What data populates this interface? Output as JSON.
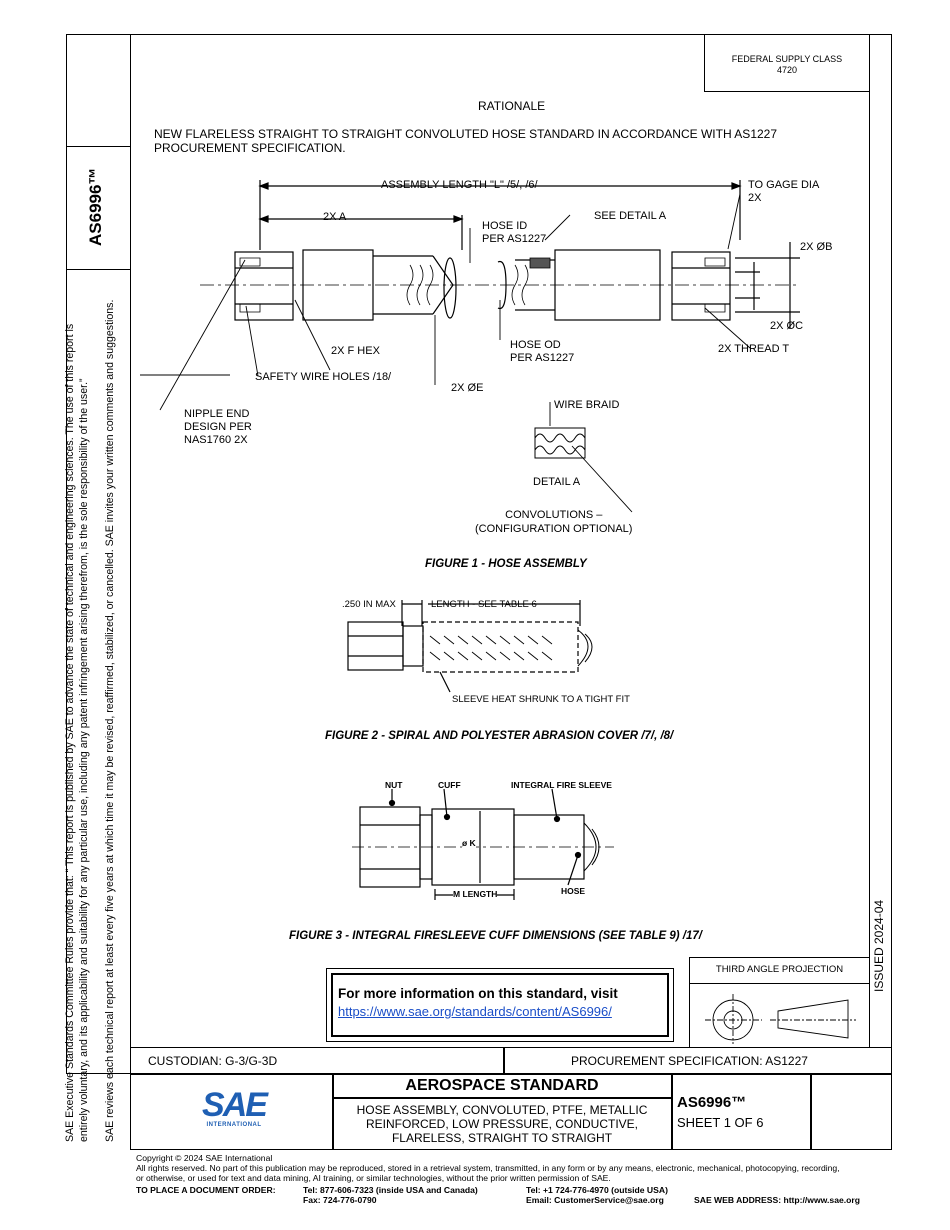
{
  "header": {
    "federal_supply_class_line1": "FEDERAL SUPPLY CLASS",
    "federal_supply_class_line2": "4720"
  },
  "side": {
    "doc_number": "AS6996™",
    "disclaimer_line1": "SAE Executive Standards Committee Rules provide that: “  This report is published by SAE to advance the state of technical and engineering sciences. The use of this report is",
    "disclaimer_line2": "entirely voluntary, and its applicability and suitability for any particular use, including any patent infringement arising therefrom, is the sole responsibility of the user.”",
    "disclaimer_line3": "SAE reviews each technical report at least every five years at which time it may be revised, reaffirmed, stabilized, or cancelled. SAE invites your written comments and suggestions.",
    "issued": "ISSUED 2024-04"
  },
  "rationale": {
    "heading": "RATIONALE",
    "line1": "NEW FLARELESS STRAIGHT TO STRAIGHT CONVOLUTED HOSE STANDARD IN ACCORDANCE WITH AS1227",
    "line2": "PROCUREMENT SPECIFICATION."
  },
  "figure1": {
    "caption": "FIGURE 1 - HOSE ASSEMBLY",
    "assembly_length": "ASSEMBLY LENGTH \"L\" /5/, /6/",
    "to_gage_dia": "TO GAGE DIA",
    "to_gage_dia_2x": "2X",
    "two_x_a": "2X A",
    "hose_id_1": "HOSE ID",
    "hose_id_2": "PER AS1227",
    "see_detail_a": "SEE DETAIL A",
    "two_x_b": "2X ØB",
    "two_x_c": "2X ØC",
    "two_x_thread": "2X THREAD T",
    "two_x_f_hex": "2X F HEX",
    "hose_od_1": "HOSE OD",
    "hose_od_2": "PER AS1227",
    "safety_wire": "SAFETY WIRE HOLES /18/",
    "two_x_e": "2X ØE",
    "nipple_1": "NIPPLE END",
    "nipple_2": "DESIGN PER",
    "nipple_3": "NAS1760  2X",
    "wire_braid": "WIRE BRAID",
    "detail_a": "DETAIL A",
    "convolutions_1": "CONVOLUTIONS –",
    "convolutions_2": "(CONFIGURATION OPTIONAL)"
  },
  "figure2": {
    "caption": "FIGURE 2 - SPIRAL AND POLYESTER ABRASION COVER /7/, /8/",
    "max_label": ".250 IN MAX",
    "length_label": "LENGTH - SEE TABLE 6",
    "sleeve_label": "SLEEVE HEAT SHRUNK TO A TIGHT FIT"
  },
  "figure3": {
    "caption": "FIGURE 3 - INTEGRAL FIRESLEEVE CUFF DIMENSIONS (SEE TABLE 9) /17/",
    "nut": "NUT",
    "cuff": "CUFF",
    "fire_sleeve": "INTEGRAL FIRE SLEEVE",
    "phi_k": "ø K",
    "m_length": "M LENGTH",
    "hose": "HOSE"
  },
  "info_box": {
    "text": "For more information on this standard, visit",
    "url": "https://www.sae.org/standards/content/AS6996/"
  },
  "projection": {
    "label": "THIRD ANGLE PROJECTION"
  },
  "title_block": {
    "custodian": "CUSTODIAN: G-3/G-3D",
    "procurement": "PROCUREMENT SPECIFICATION: AS1227",
    "logo_text": "SAE",
    "logo_sub": "INTERNATIONAL",
    "standard_type": "AEROSPACE STANDARD",
    "title_line1": "HOSE ASSEMBLY, CONVOLUTED, PTFE, METALLIC",
    "title_line2": "REINFORCED, LOW PRESSURE, CONDUCTIVE,",
    "title_line3": "FLARELESS, STRAIGHT TO STRAIGHT",
    "doc_number": "AS6996™",
    "sheet": "SHEET 1 OF 6"
  },
  "footer": {
    "copyright": "Copyright © 2024 SAE International",
    "rights_line1": "All rights reserved. No part of this publication may be reproduced, stored in a retrieval system, transmitted, in any form or by any means, electronic, mechanical, photocopying, recording,",
    "rights_line2": "or otherwise, or used for text and data mining, AI training, or similar technologies, without the prior written permission of SAE.",
    "order_label": "TO PLACE A DOCUMENT ORDER:",
    "tel_usa": "Tel:  877-606-7323 (inside USA and Canada)",
    "fax": "Fax:  724-776-0790",
    "tel_outside": "Tel:  +1 724-776-4970 (outside USA)",
    "email": "Email:  CustomerService@sae.org",
    "web": "SAE WEB ADDRESS:   http://www.sae.org"
  }
}
